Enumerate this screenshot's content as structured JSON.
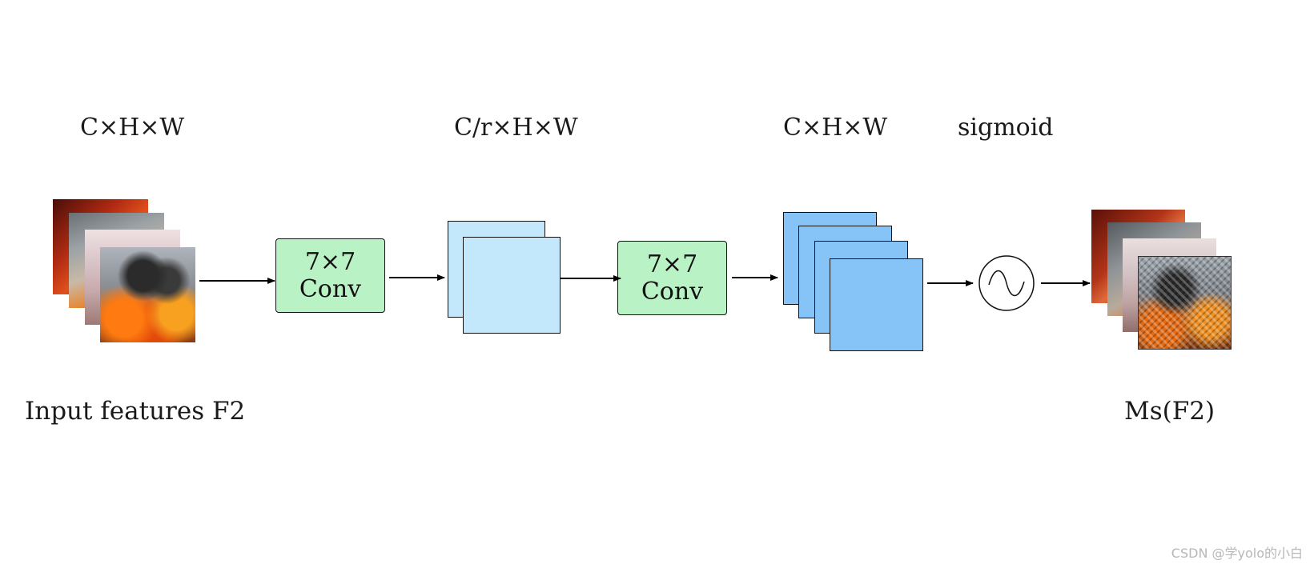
{
  "labels": {
    "input_dim": "C×H×W",
    "mid_dim": "C/r×H×W",
    "out_dim": "C×H×W",
    "sigmoid": "sigmoid",
    "input_caption": "Input features  F2",
    "output_caption": "Ms(F2)"
  },
  "conv1": {
    "kernel": "7×7",
    "name": "Conv"
  },
  "conv2": {
    "kernel": "7×7",
    "name": "Conv"
  },
  "icons": {
    "input": "fire-feature-map-stack",
    "output": "masked-fire-feature-map-stack",
    "sigmoid": "sigmoid-circle-icon"
  },
  "colors": {
    "conv_fill": "#b9f2c4",
    "reduced_map_fill": "#c3e7fb",
    "restored_map_fill": "#86c4f8"
  },
  "watermark": "CSDN @学yolo的小白"
}
